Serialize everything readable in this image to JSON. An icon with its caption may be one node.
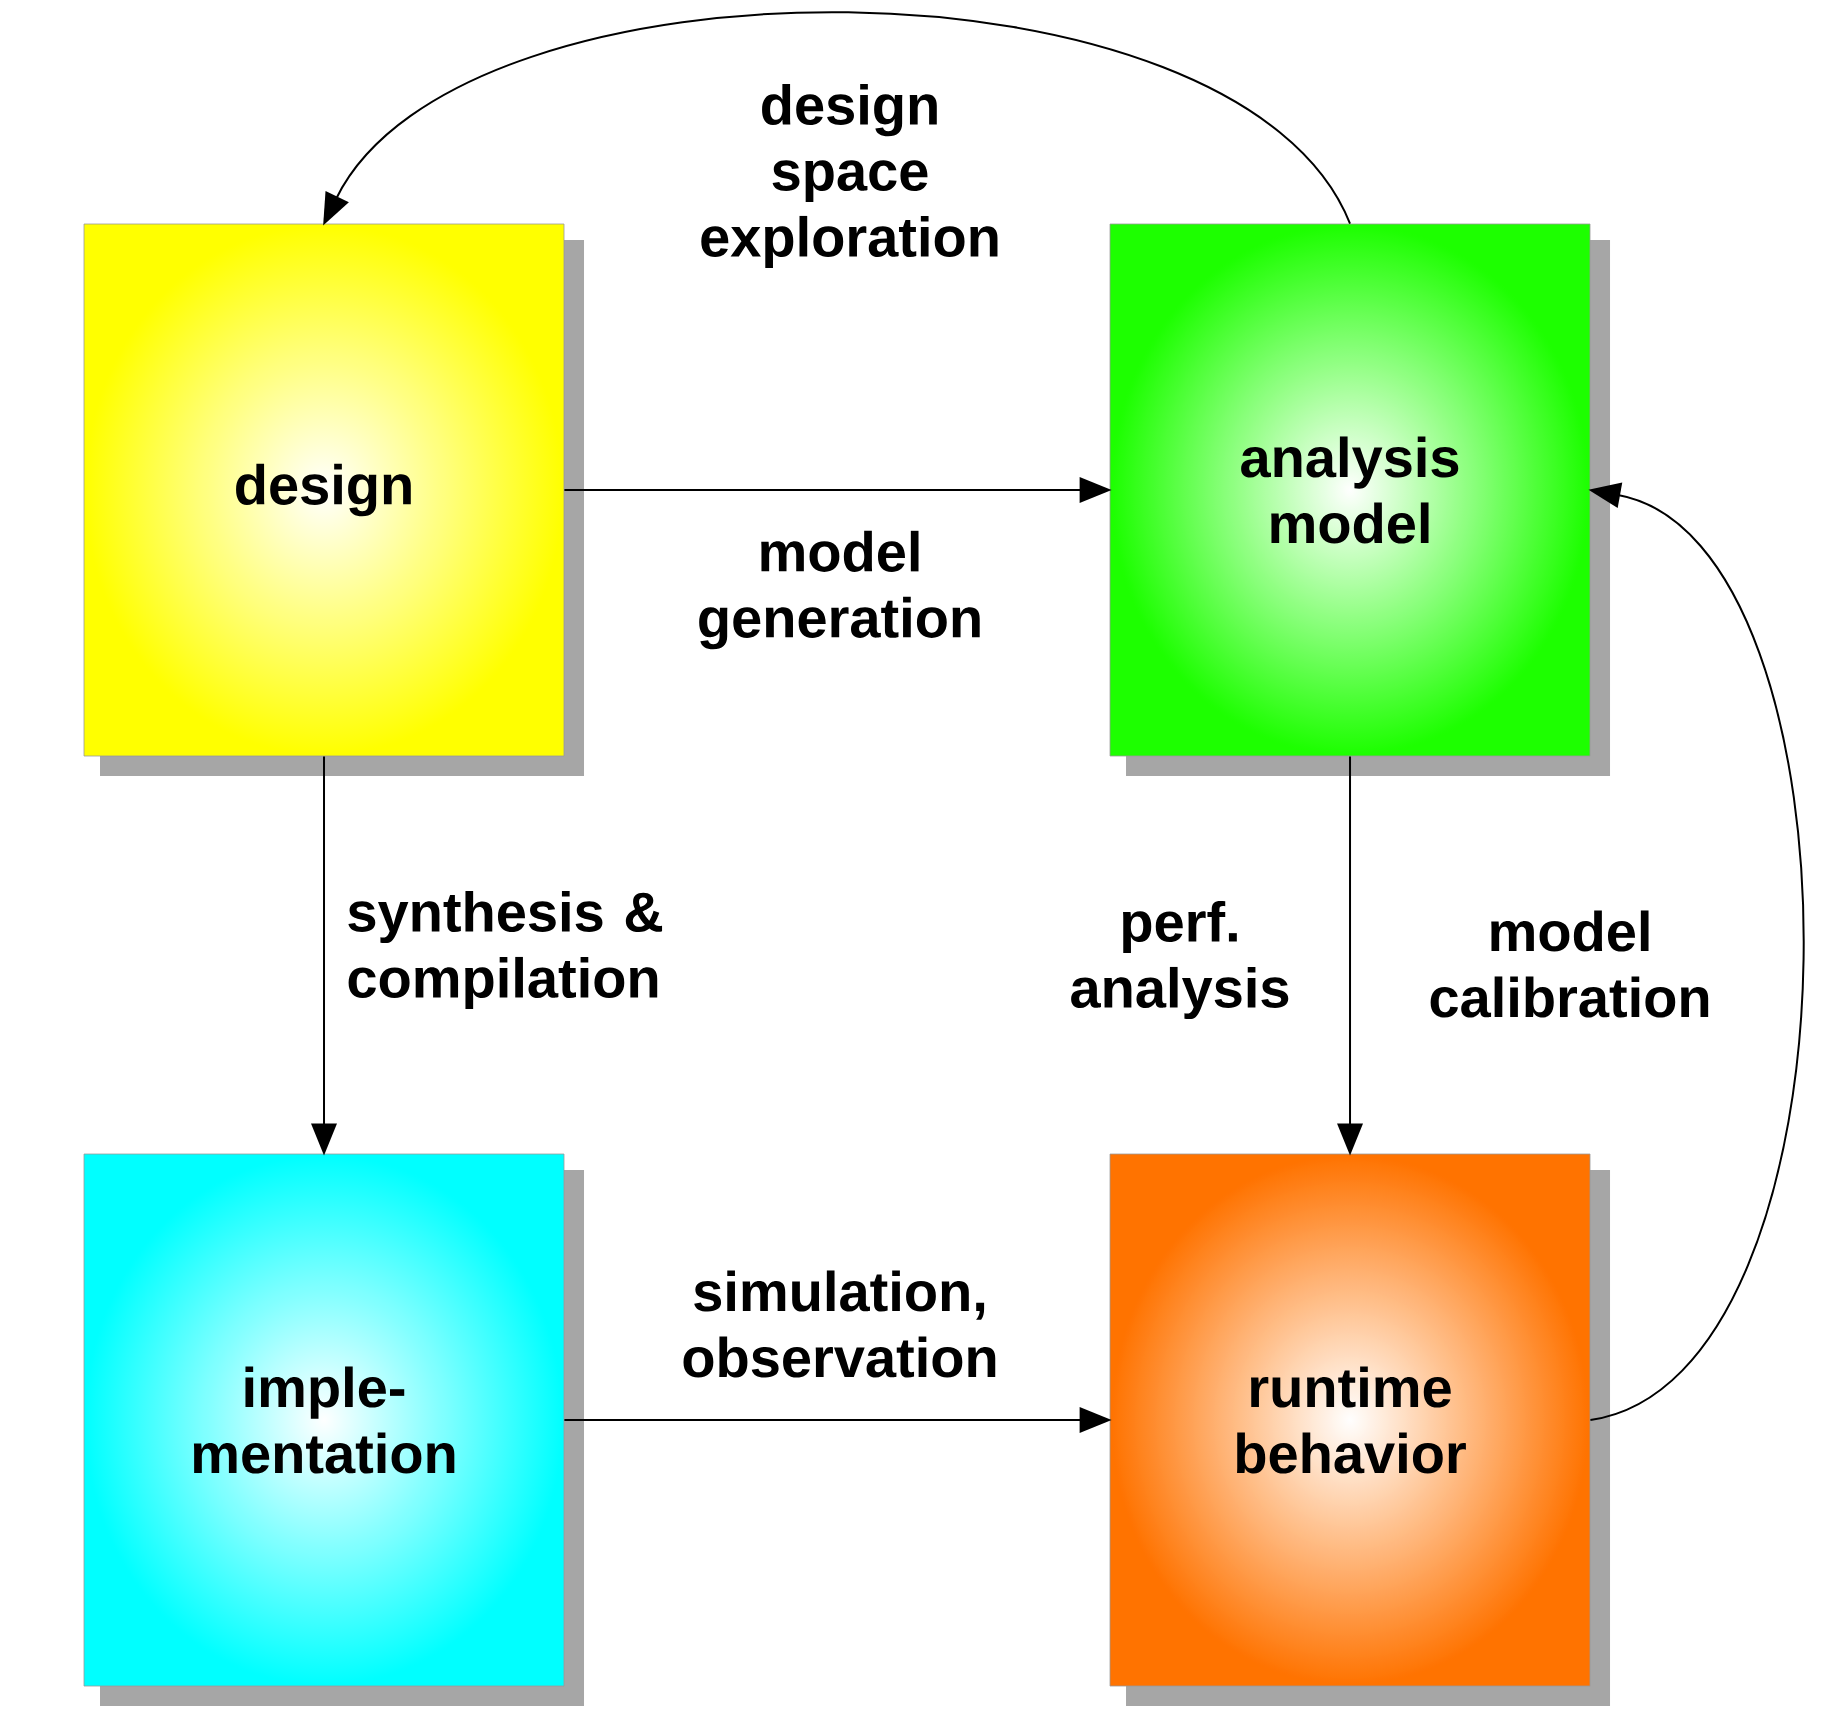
{
  "diagram": {
    "nodes": [
      {
        "text": [
          "design"
        ]
      },
      {
        "text": [
          "analysis model"
        ]
      },
      {
        "text": [
          "imple- mentation"
        ]
      },
      {
        "text": [
          "runtime behavior"
        ]
      }
    ],
    "edges": [
      {
        "from": 0,
        "to": 1,
        "arrow": "to",
        "label": "model generation"
      },
      {
        "from": 1,
        "to": 0,
        "arrow": "to",
        "label": "design space exploration"
      },
      {
        "from": 0,
        "to": 2,
        "arrow": "to",
        "label": "synthesis & compilation"
      },
      {
        "from": 1,
        "to": 3,
        "arrow": "to",
        "label": "perf. analysis"
      },
      {
        "from": 3,
        "to": 1,
        "arrow": "to",
        "label": "model calibration"
      },
      {
        "from": 2,
        "to": 3,
        "arrow": "to",
        "label": "simulation, observation"
      }
    ]
  }
}
